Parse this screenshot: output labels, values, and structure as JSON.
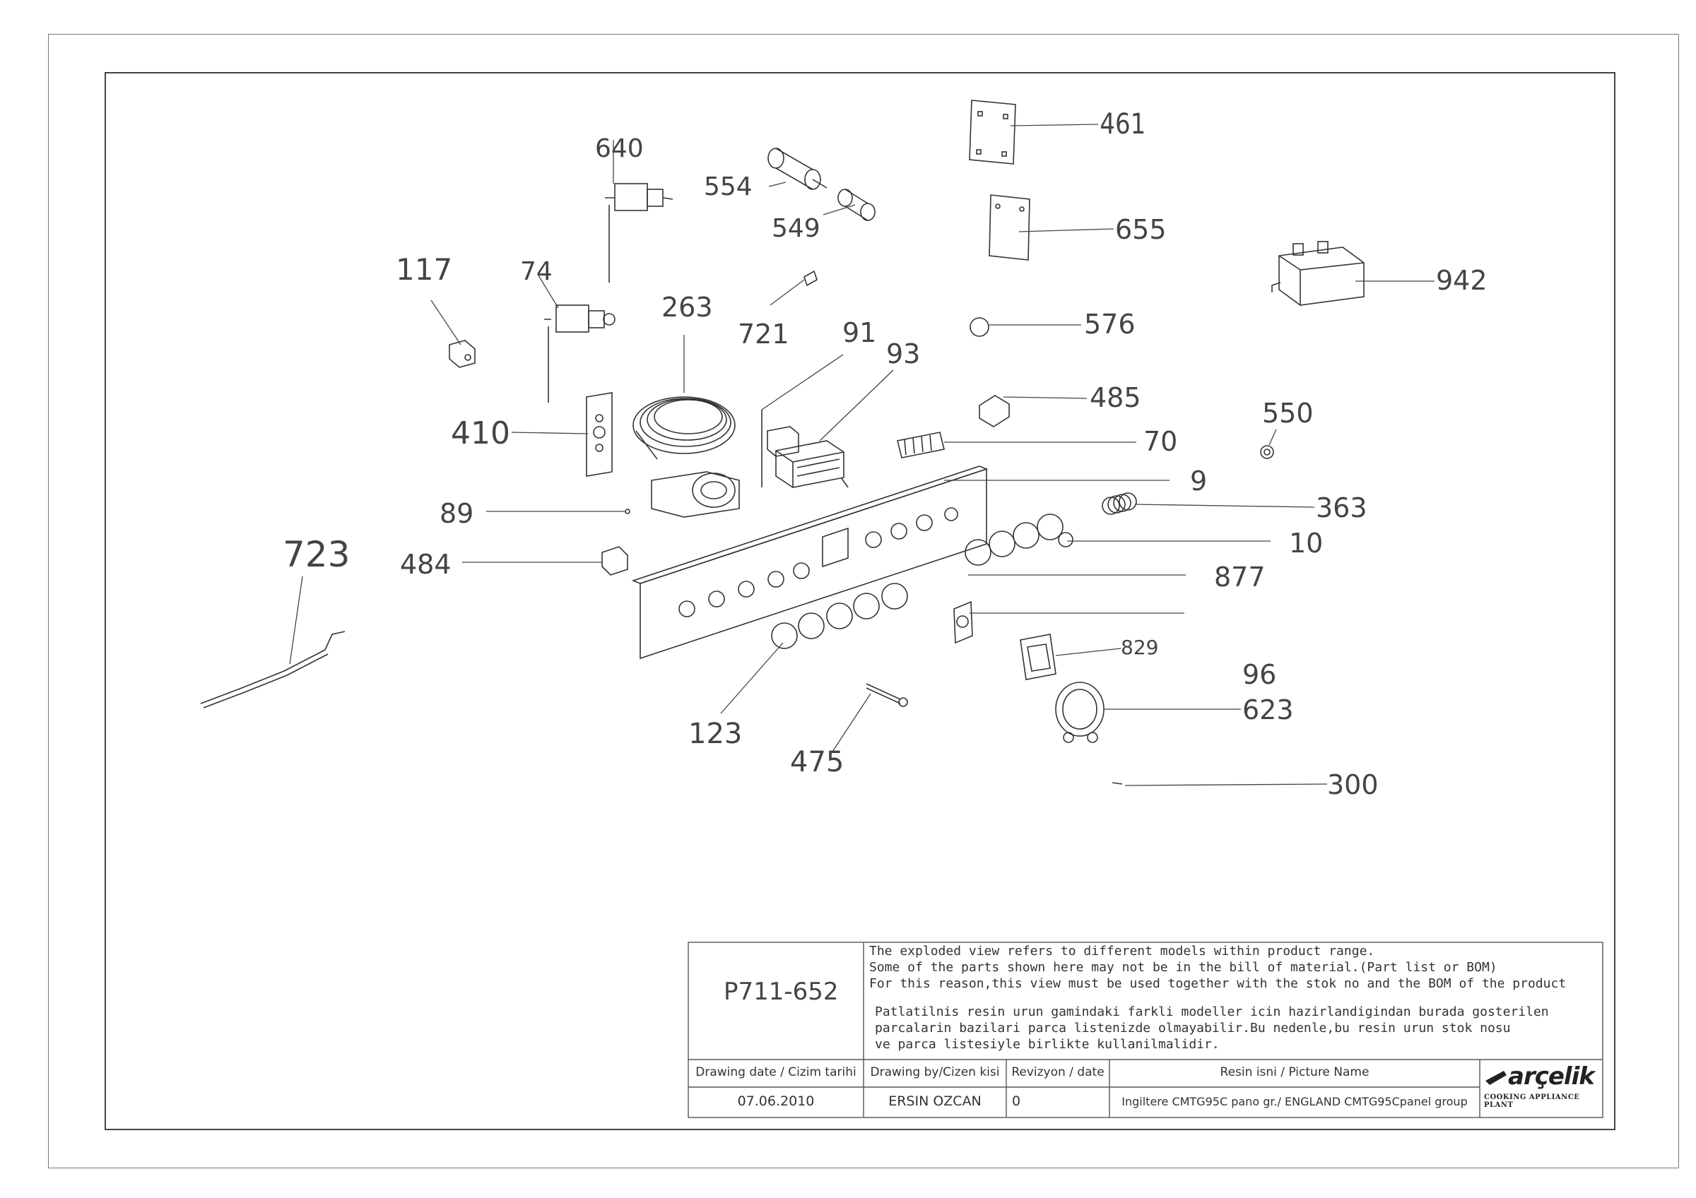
{
  "part_labels": [
    {
      "id": "p461",
      "text": "461"
    },
    {
      "id": "p640",
      "text": "640"
    },
    {
      "id": "p554",
      "text": "554"
    },
    {
      "id": "p549",
      "text": "549"
    },
    {
      "id": "p655",
      "text": "655"
    },
    {
      "id": "p942",
      "text": "942"
    },
    {
      "id": "p117",
      "text": "117"
    },
    {
      "id": "p74",
      "text": "74"
    },
    {
      "id": "p263",
      "text": "263"
    },
    {
      "id": "p721",
      "text": "721"
    },
    {
      "id": "p576",
      "text": "576"
    },
    {
      "id": "p91",
      "text": "91"
    },
    {
      "id": "p93",
      "text": "93"
    },
    {
      "id": "p485",
      "text": "485"
    },
    {
      "id": "p550",
      "text": "550"
    },
    {
      "id": "p410",
      "text": "410"
    },
    {
      "id": "p70",
      "text": "70"
    },
    {
      "id": "p9",
      "text": "9"
    },
    {
      "id": "p89",
      "text": "89"
    },
    {
      "id": "p363",
      "text": "363"
    },
    {
      "id": "p10",
      "text": "10"
    },
    {
      "id": "p723",
      "text": "723"
    },
    {
      "id": "p484",
      "text": "484"
    },
    {
      "id": "p877",
      "text": "877"
    },
    {
      "id": "p829",
      "text": "829"
    },
    {
      "id": "p96",
      "text": "96"
    },
    {
      "id": "p623",
      "text": "623"
    },
    {
      "id": "p123",
      "text": "123"
    },
    {
      "id": "p475",
      "text": "475"
    },
    {
      "id": "p300",
      "text": "300"
    }
  ],
  "title_block": {
    "drawing_no": "P711-652",
    "note_en": [
      "The exploded view refers to different models within product range.",
      "Some of the parts shown here may not be in the bill of material.(Part list or BOM)",
      "For this reason,this view must be used together with the stok no and the BOM of the product"
    ],
    "note_tr": [
      "Patlatilnis resin urun gamindaki farkli modeller icin hazirlandigindan burada gosterilen",
      "parcalarin bazilari parca listenizde olmayabilir.Bu nedenle,bu resin urun stok nosu",
      "ve parca listesiyle birlikte kullanilmalidir."
    ],
    "headers": {
      "date": "Drawing date / Cizim tarihi",
      "by": "Drawing by/Cizen kisi",
      "revision": "Revizyon / date",
      "picture": "Resin isni / Picture Name"
    },
    "values": {
      "date": "07.06.2010",
      "by": "ERSIN OZCAN",
      "revision": "0",
      "picture": "Ingiltere CMTG95C pano gr./ ENGLAND CMTG95Cpanel group"
    },
    "logo_text": "arçelik",
    "logo_subtext": "COOKING APPLIANCE PLANT"
  }
}
